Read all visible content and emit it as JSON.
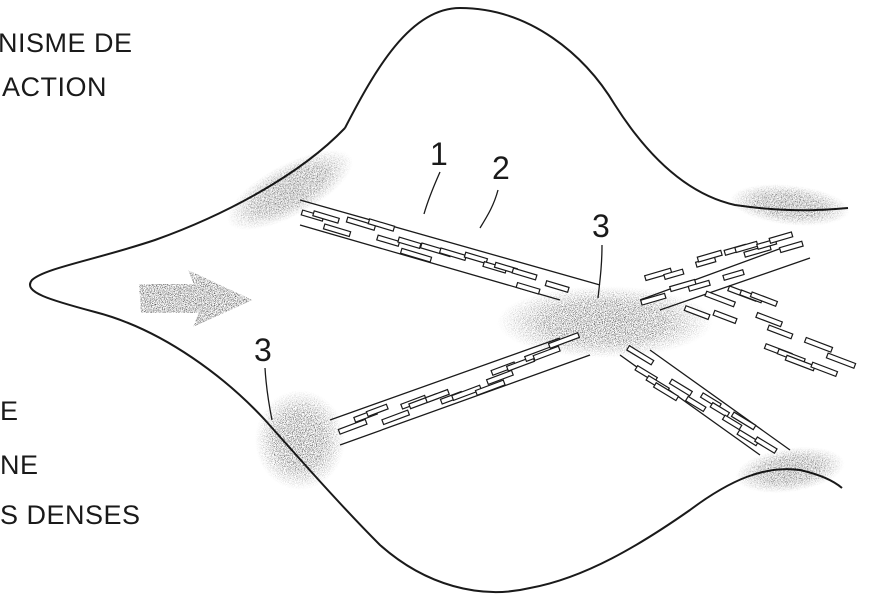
{
  "caption_top": [
    "NISME DE",
    "ACTION"
  ],
  "caption_bottom": [
    "E",
    "NE",
    "S DENSES"
  ],
  "callouts": [
    "1",
    "2",
    "3",
    "3"
  ],
  "colors": {
    "ink": "#1a1a1a",
    "paper": "#ffffff"
  },
  "icons": [
    "right-arrow-icon"
  ]
}
